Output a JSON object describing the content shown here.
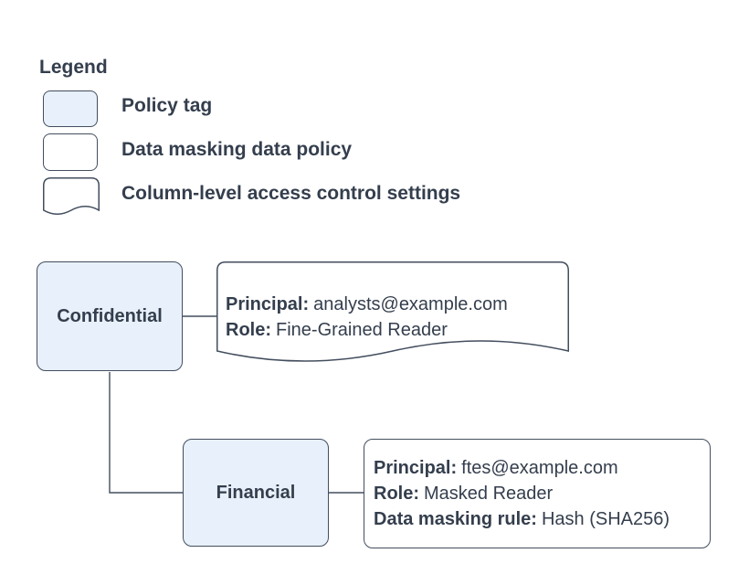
{
  "legend": {
    "title": "Legend",
    "items": [
      {
        "shape": "policy-tag-swatch",
        "label": "Policy tag"
      },
      {
        "shape": "data-policy-swatch",
        "label": "Data masking data policy"
      },
      {
        "shape": "document-swatch",
        "label": "Column-level access control settings"
      }
    ]
  },
  "nodes": {
    "confidential": "Confidential",
    "financial": "Financial"
  },
  "access_settings": {
    "principal_label": "Principal:",
    "principal_value": "analysts@example.com",
    "role_label": "Role:",
    "role_value": "Fine-Grained Reader"
  },
  "masking_policy": {
    "principal_label": "Principal:",
    "principal_value": "ftes@example.com",
    "role_label": "Role:",
    "role_value": "Masked Reader",
    "rule_label": "Data masking rule:",
    "rule_value": "Hash (SHA256)"
  },
  "colors": {
    "policy_tag_fill": "#e8f0fb",
    "shape_stroke": "#434e5e",
    "text": "#343e4d",
    "background": "#ffffff"
  }
}
